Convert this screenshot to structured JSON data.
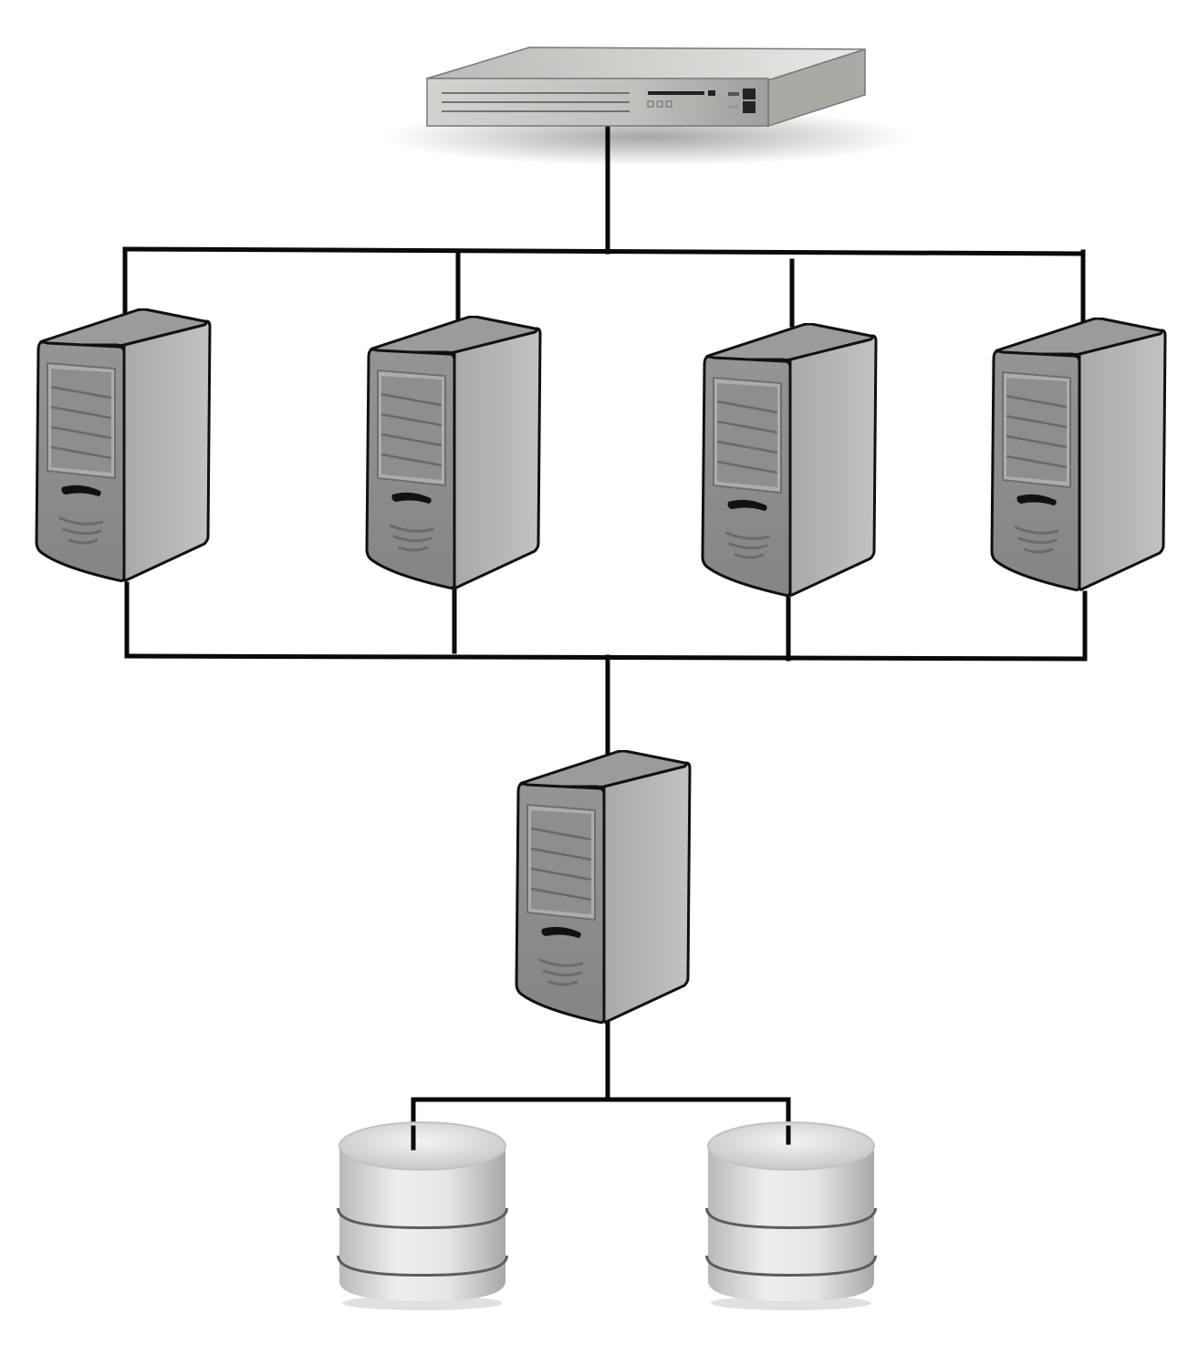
{
  "diagram": {
    "nodes": [
      {
        "id": "switch",
        "kind": "rack-switch",
        "icon": "network-switch-icon"
      },
      {
        "id": "server-1",
        "kind": "tower-server",
        "icon": "server-tower-icon"
      },
      {
        "id": "server-2",
        "kind": "tower-server",
        "icon": "server-tower-icon"
      },
      {
        "id": "server-3",
        "kind": "tower-server",
        "icon": "server-tower-icon"
      },
      {
        "id": "server-4",
        "kind": "tower-server",
        "icon": "server-tower-icon"
      },
      {
        "id": "server-center",
        "kind": "tower-server",
        "icon": "server-tower-icon"
      },
      {
        "id": "database-1",
        "kind": "database",
        "icon": "database-icon"
      },
      {
        "id": "database-2",
        "kind": "database",
        "icon": "database-icon"
      }
    ],
    "edges": [
      {
        "from": "switch",
        "to": "server-1"
      },
      {
        "from": "switch",
        "to": "server-2"
      },
      {
        "from": "switch",
        "to": "server-3"
      },
      {
        "from": "switch",
        "to": "server-4"
      },
      {
        "from": "server-1",
        "to": "server-center"
      },
      {
        "from": "server-2",
        "to": "server-center"
      },
      {
        "from": "server-3",
        "to": "server-center"
      },
      {
        "from": "server-4",
        "to": "server-center"
      },
      {
        "from": "server-center",
        "to": "database-1"
      },
      {
        "from": "server-center",
        "to": "database-2"
      }
    ],
    "colors": {
      "line": "#0a0a0a",
      "server_front": "#8c8c8c",
      "server_side": "#b4b4b4",
      "server_top": "#9a9a9a",
      "disk_body": "#d8d8d8",
      "switch_front": "#c4c4c0"
    }
  }
}
